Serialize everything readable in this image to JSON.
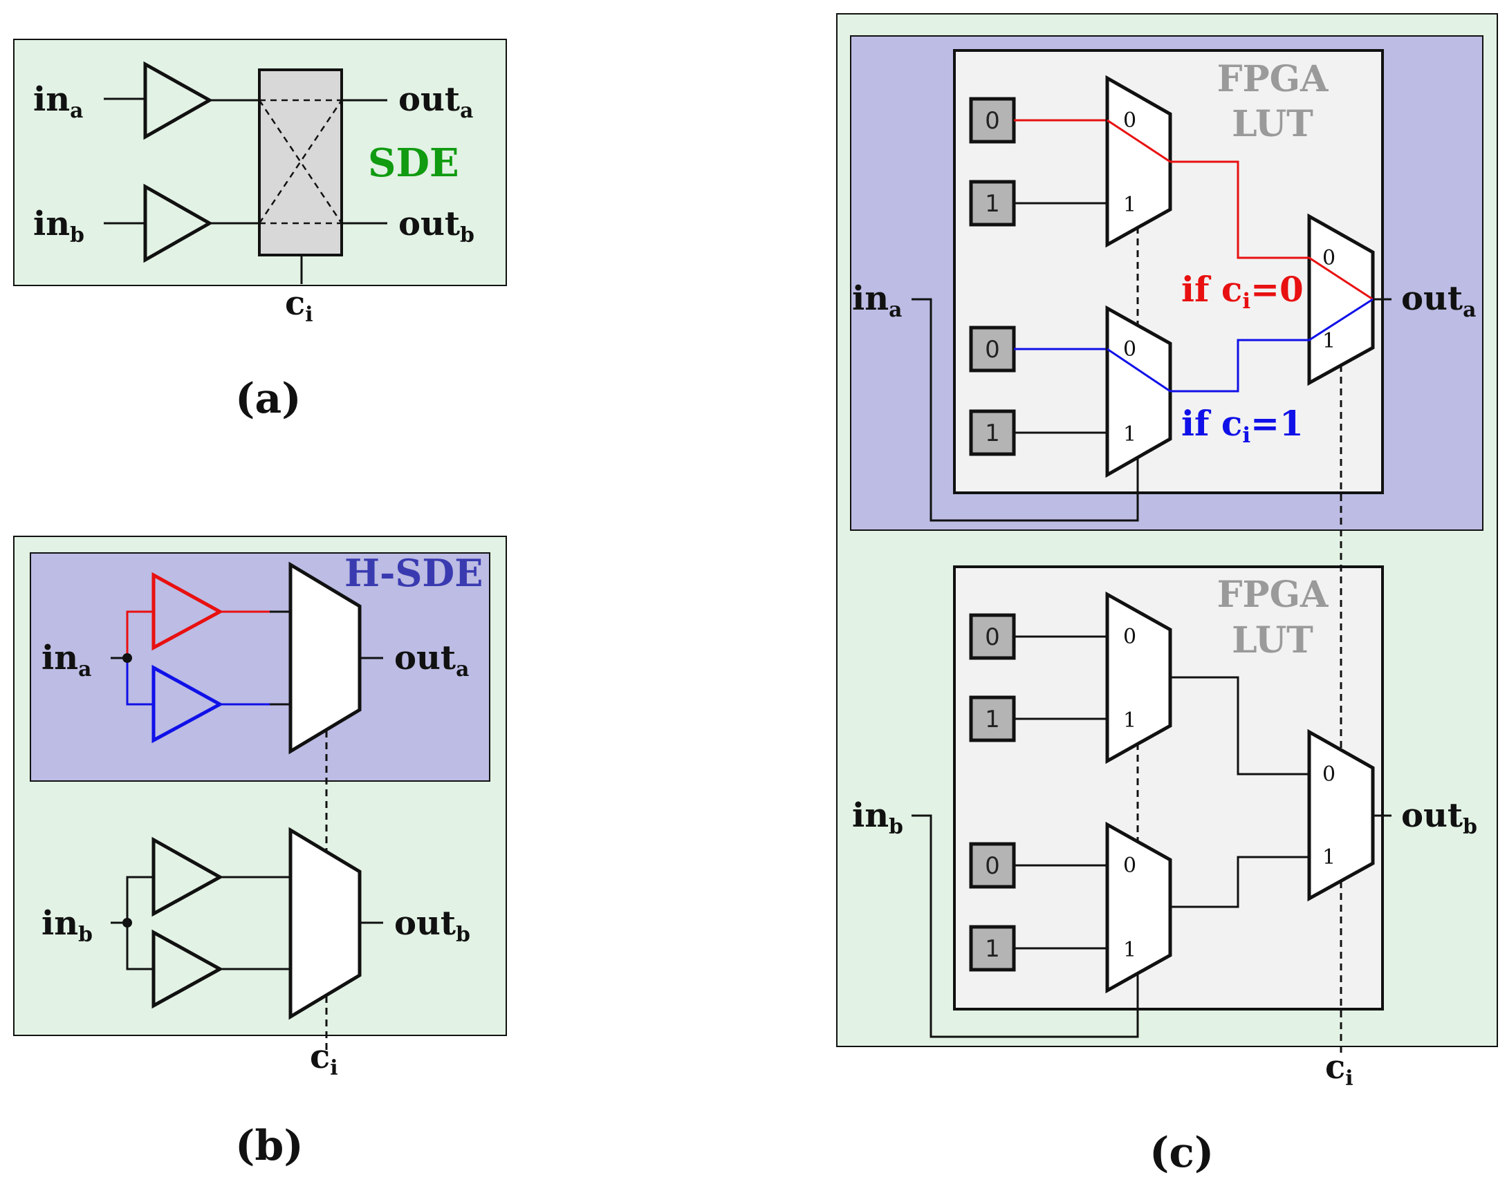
{
  "panels": {
    "a": {
      "caption": "(a)",
      "tag": "SDE",
      "in_a": "in",
      "in_a_sub": "a",
      "in_b": "in",
      "in_b_sub": "b",
      "out_a": "out",
      "out_a_sub": "a",
      "out_b": "out",
      "out_b_sub": "b",
      "ctrl": "c",
      "ctrl_sub": "i"
    },
    "b": {
      "caption": "(b)",
      "tag": "H-SDE",
      "in_a": "in",
      "in_a_sub": "a",
      "in_b": "in",
      "in_b_sub": "b",
      "out_a": "out",
      "out_a_sub": "a",
      "out_b": "out",
      "out_b_sub": "b",
      "ctrl": "c",
      "ctrl_sub": "i"
    },
    "c": {
      "caption": "(c)",
      "lut_title_line1": "FPGA",
      "lut_title_line2": "LUT",
      "in_a": "in",
      "in_a_sub": "a",
      "in_b": "in",
      "in_b_sub": "b",
      "out_a": "out",
      "out_a_sub": "a",
      "out_b": "out",
      "out_b_sub": "b",
      "ctrl": "c",
      "ctrl_sub": "i",
      "cond0_prefix": "if c",
      "cond0_sub": "i",
      "cond0_suffix": "=0",
      "cond1_prefix": "if c",
      "cond1_sub": "i",
      "cond1_suffix": "=1",
      "bits": [
        "0",
        "1",
        "0",
        "1"
      ],
      "mux_inputs": [
        "0",
        "1"
      ]
    }
  },
  "colors": {
    "green_bg": "#e2f2e4",
    "blue_bg": "#bcbce4",
    "lut_bg": "#f2f2f2",
    "bit_fill": "#b4b4b4",
    "sde_gray": "#d8d8d8",
    "red": "#e81010",
    "blue": "#1010e8"
  }
}
